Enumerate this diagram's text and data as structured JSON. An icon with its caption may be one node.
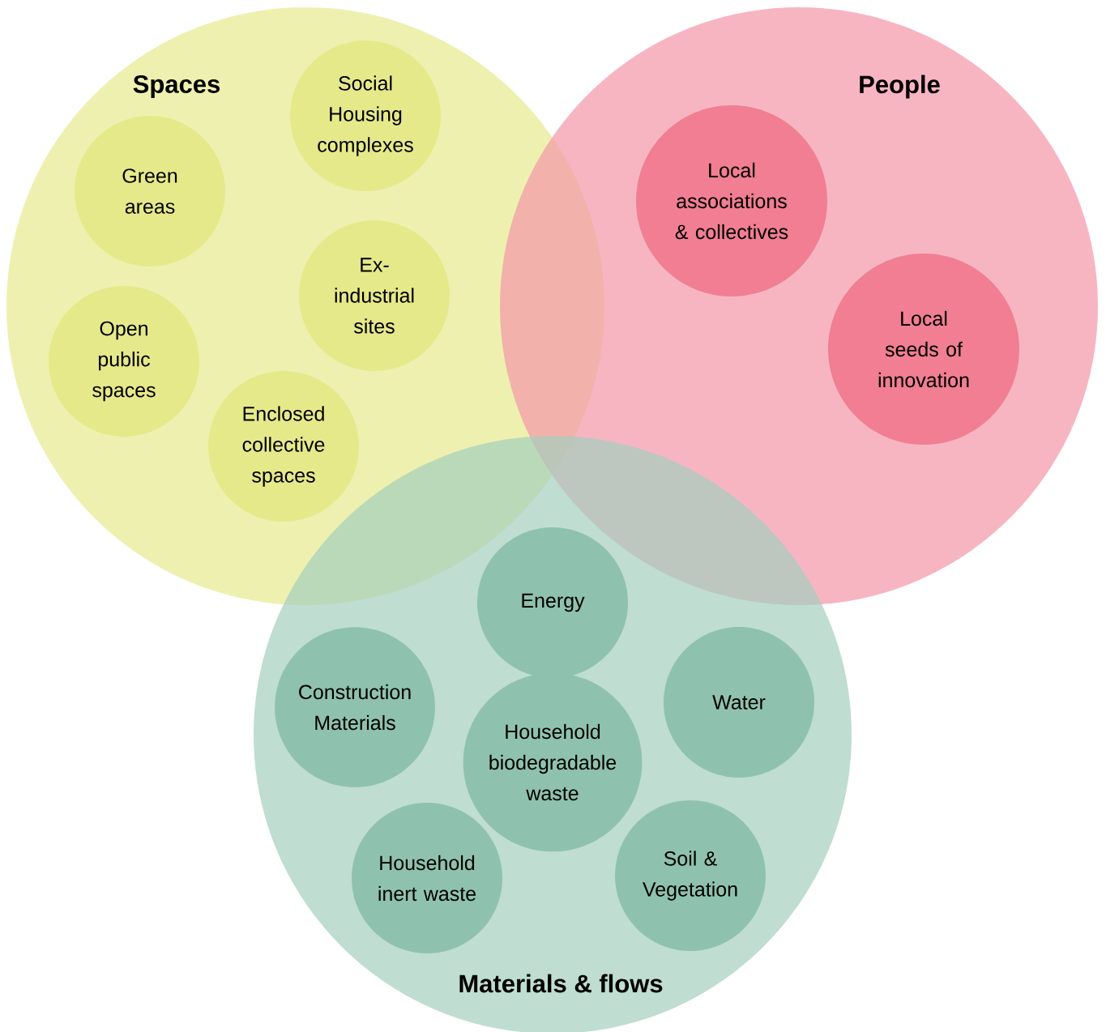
{
  "diagram": {
    "nodes": [
      {
        "text": [
          "Spaces"
        ]
      },
      {
        "text": [
          "Social Housing complexes"
        ],
        "in": 0
      },
      {
        "text": [
          "Green areas"
        ],
        "in": 0
      },
      {
        "text": [
          "Ex-industrial sites"
        ],
        "in": 0
      },
      {
        "text": [
          "Open public spaces"
        ],
        "in": 0
      },
      {
        "text": [
          "Enclosed collective spaces"
        ],
        "in": 0
      },
      {
        "text": [
          "People"
        ]
      },
      {
        "text": [
          "Local associations & collectives"
        ],
        "in": 6
      },
      {
        "text": [
          "Local seeds of innovation"
        ],
        "in": 6
      },
      {
        "text": [
          "Materials & flows"
        ]
      },
      {
        "text": [
          "Energy"
        ],
        "in": 9
      },
      {
        "text": [
          "Construction Materials"
        ],
        "in": 9
      },
      {
        "text": [
          "Water"
        ],
        "in": 9
      },
      {
        "text": [
          "Household biodegradable waste"
        ],
        "in": 9
      },
      {
        "text": [
          "Household inert waste"
        ],
        "in": 9
      },
      {
        "text": [
          "Soil & Vegetation"
        ],
        "in": 9
      }
    ]
  }
}
